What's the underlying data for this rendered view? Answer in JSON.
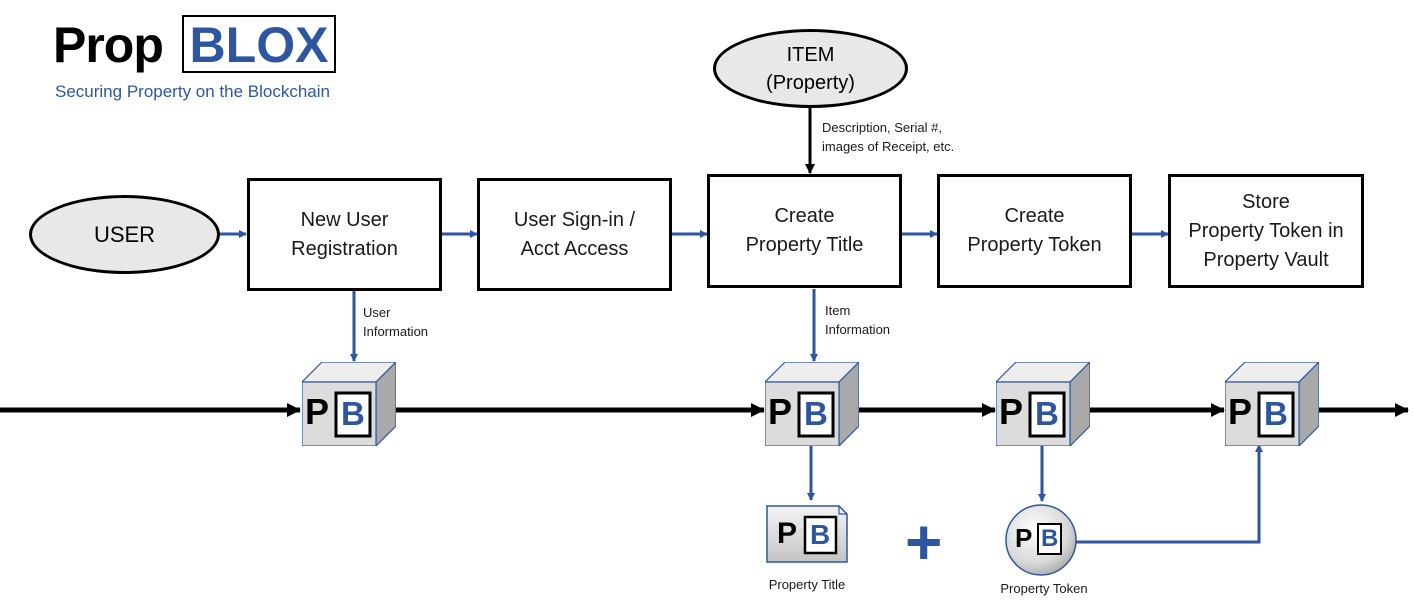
{
  "logo": {
    "prop": "Prop",
    "blox": "BLOX",
    "tagline": "Securing Property on the Blockchain"
  },
  "nodes": {
    "user": "USER",
    "item_line1": "ITEM",
    "item_line2": "(Property)",
    "registration_line1": "New User",
    "registration_line2": "Registration",
    "signin_line1": "User Sign-in /",
    "signin_line2": "Acct Access",
    "create_title_line1": "Create",
    "create_title_line2": "Property Title",
    "create_token_line1": "Create",
    "create_token_line2": "Property Token",
    "store_line1": "Store",
    "store_line2": "Property Token in",
    "store_line3": "Property Vault"
  },
  "edge_labels": {
    "item_details_line1": "Description, Serial #,",
    "item_details_line2": "images of Receipt, etc.",
    "user_info_line1": "User",
    "user_info_line2": "Information",
    "item_info_line1": "Item",
    "item_info_line2": "Information"
  },
  "block_icon": {
    "letter_p": "P",
    "letter_b": "B"
  },
  "outputs": {
    "property_title": "Property Title",
    "property_token": "Property Token",
    "plus": "+"
  },
  "colors": {
    "brand_blue": "#2e56a0",
    "arrow_blue": "#2e56a0",
    "cube_front": "#dcdcdc",
    "cube_top": "#eeeeee",
    "cube_side": "#a9a9a9",
    "ellipse_fill": "#e8e8e8"
  }
}
